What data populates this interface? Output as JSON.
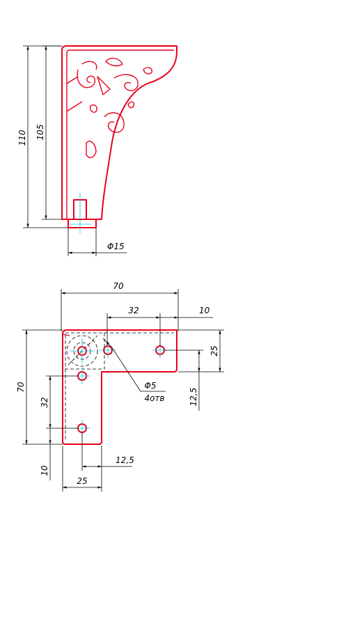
{
  "drawing": {
    "colors": {
      "part": "#e8001c",
      "centerline": "#00c8d8",
      "dimension": "#000000",
      "background": "#ffffff"
    },
    "side_view": {
      "dim_height_total": "110",
      "dim_height_body": "105",
      "dim_pin_diameter": "Φ15"
    },
    "top_view": {
      "dim_width_total": "70",
      "dim_hole_spacing_x": "32",
      "dim_hole_edge_x": "10",
      "dim_arm_width_right": "25",
      "dim_hole_offset_right": "12,5",
      "dim_height_total": "70",
      "dim_hole_spacing_y": "32",
      "dim_hole_edge_y": "10",
      "dim_arm_width_bottom": "25",
      "dim_hole_offset_bottom": "12,5",
      "hole_callout_diameter": "Φ5",
      "hole_callout_count": "4отв"
    }
  }
}
